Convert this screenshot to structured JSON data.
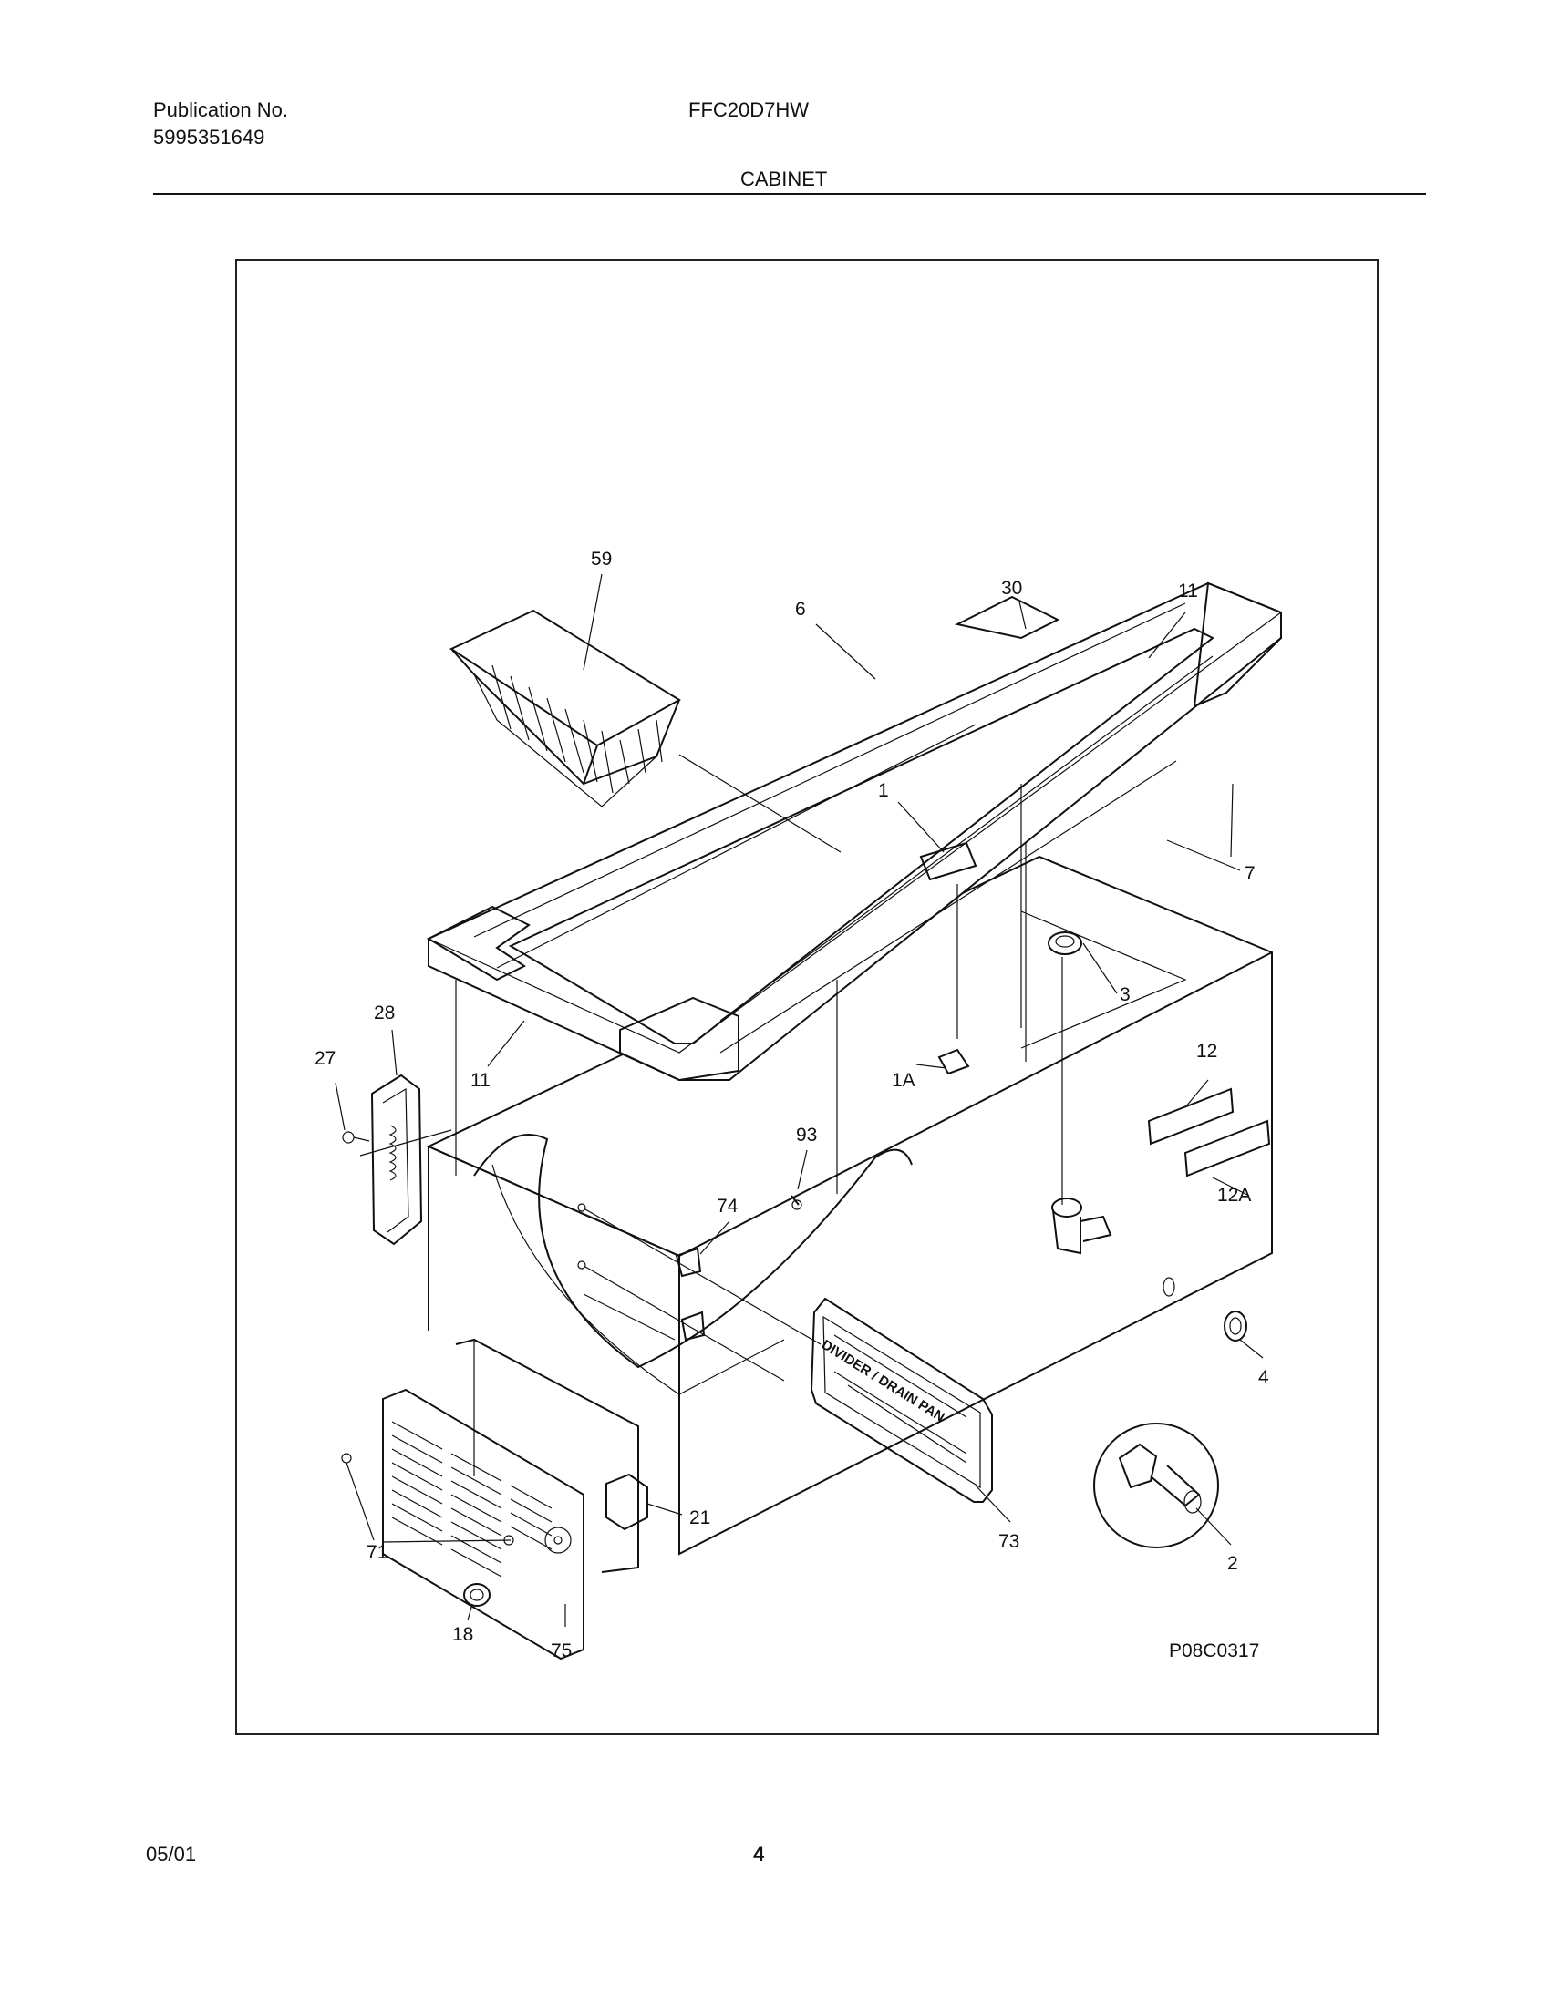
{
  "header": {
    "publication_label": "Publication No.",
    "publication_number": "5995351649",
    "model": "FFC20D7HW",
    "section_title": "CABINET"
  },
  "diagram": {
    "drawing_code": "P08C0317",
    "divider_label": "DIVIDER / DRAIN PAN",
    "callouts": {
      "c59": "59",
      "c30": "30",
      "c6": "6",
      "c11a": "11",
      "c1": "1",
      "c7": "7",
      "c3": "3",
      "c28": "28",
      "c27": "27",
      "c11b": "11",
      "c1A": "1A",
      "c12": "12",
      "c93": "93",
      "c12A": "12A",
      "c74": "74",
      "c4": "4",
      "c21": "21",
      "c71": "71",
      "c73": "73",
      "c2": "2",
      "c18": "18",
      "c75": "75"
    }
  },
  "footer": {
    "date": "05/01",
    "page": "4"
  }
}
